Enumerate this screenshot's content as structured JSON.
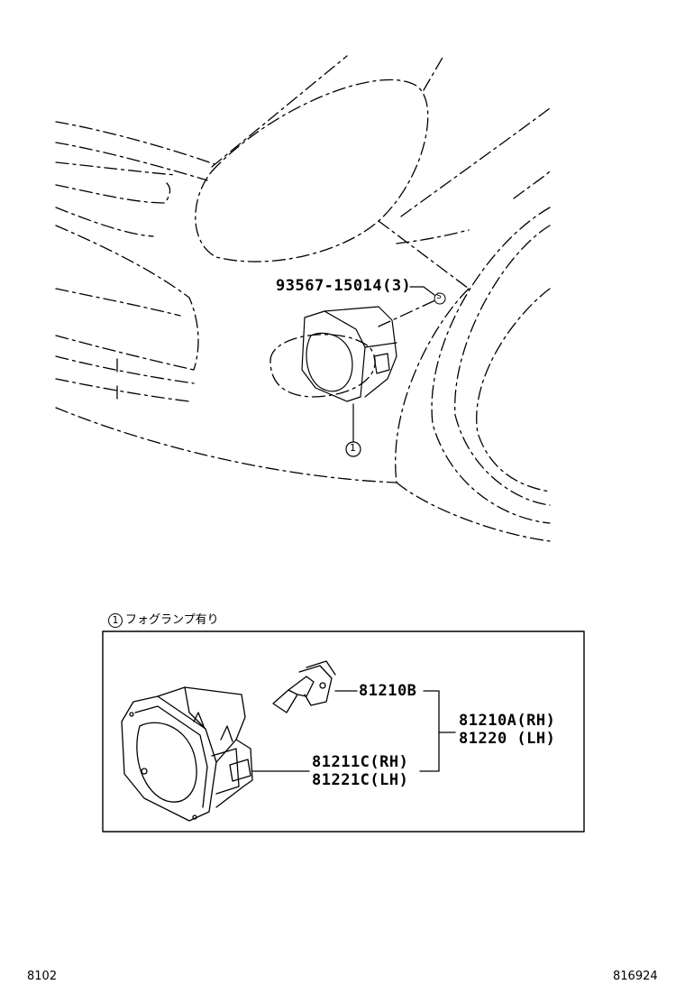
{
  "callouts": {
    "clip_part": "93567-15014(3)",
    "clip_symbol": "S",
    "ref_marker": "1"
  },
  "inset": {
    "marker": "1",
    "caption": "フォグランプ有り",
    "bulb_part": "81210B",
    "assembly_rh": "81210A(RH)",
    "assembly_lh": "81220 (LH)",
    "housing_rh": "81211C(RH)",
    "housing_lh": "81221C(LH)"
  },
  "footer": {
    "left_code": "8102",
    "right_code": "816924"
  }
}
